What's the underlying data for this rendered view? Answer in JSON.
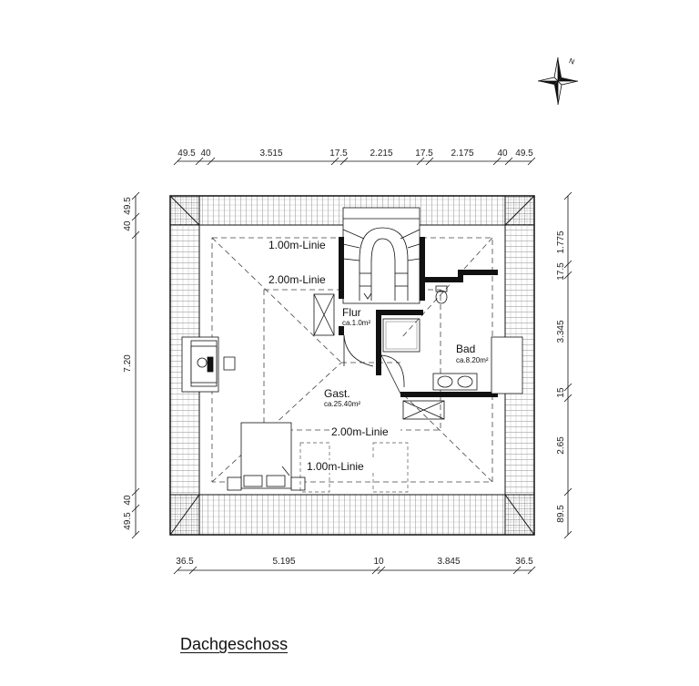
{
  "plan": {
    "title": "Dachgeschoss",
    "rooms": {
      "flur": {
        "name": "Flur",
        "area": "ca.1.0m²"
      },
      "bad": {
        "name": "Bad",
        "area": "ca.8.20m²"
      },
      "gast": {
        "name": "Gast.",
        "area": "ca.25.40m²"
      }
    },
    "lines": {
      "line_1m_top": "1.00m-Linie",
      "line_2m_top": "2.00m-Linie",
      "line_2m_bottom": "2.00m-Linie",
      "line_1m_bottom": "1.00m-Linie"
    },
    "dims_top": [
      "49.5",
      "40",
      "3.515",
      "17.5",
      "2.215",
      "17.5",
      "2.175",
      "40",
      "49.5"
    ],
    "dims_bottom": [
      "36.5",
      "5.195",
      "10",
      "3.845",
      "36.5"
    ],
    "dims_left": [
      "49.5",
      "40",
      "7.20",
      "40",
      "49.5"
    ],
    "dims_right": [
      "1.775",
      "17.5",
      "3.345",
      "15",
      "2.65",
      "89.5"
    ],
    "compass_label": "N"
  }
}
